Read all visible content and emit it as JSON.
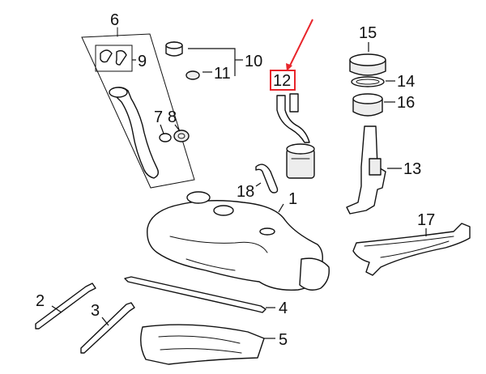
{
  "callouts": {
    "c1": "1",
    "c2": "2",
    "c3": "3",
    "c4": "4",
    "c5": "5",
    "c6": "6",
    "c7": "7",
    "c8": "8",
    "c9": "9",
    "c10": "10",
    "c11": "11",
    "c12": "12",
    "c13": "13",
    "c14": "14",
    "c15": "15",
    "c16": "16",
    "c17": "17",
    "c18": "18"
  },
  "highlight": {
    "callout": "12",
    "color": "#e8252b"
  }
}
